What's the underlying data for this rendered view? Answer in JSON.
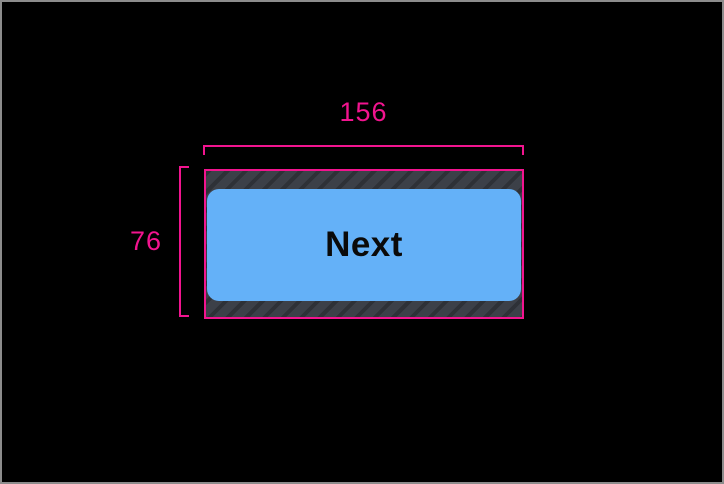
{
  "window": {
    "background_color": "#000000",
    "frame_border_color": "#8c8c8c"
  },
  "measurements": {
    "width": {
      "value": "156"
    },
    "height": {
      "value": "76"
    },
    "color": "#f2148f"
  },
  "selection": {
    "outline_color": "#f2148f",
    "padding_hatch_base_color": "#3c4048",
    "padding_hatch_stripe_color": "#2e3137"
  },
  "button": {
    "label": "Next",
    "background_color": "#64b1f8",
    "text_color": "#0a0a0a"
  }
}
